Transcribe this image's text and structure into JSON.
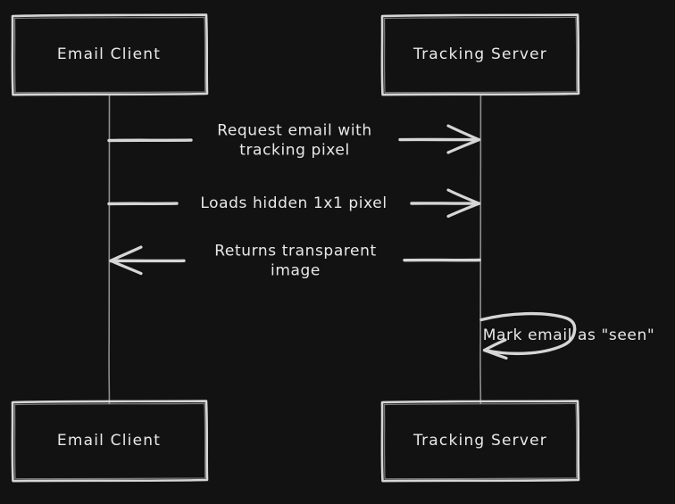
{
  "diagram": {
    "type": "sequence-diagram",
    "background_color": "#121212",
    "stroke_color": "#d6d6d6",
    "text_color": "#e8e8e8",
    "style": "hand-drawn"
  },
  "participants": [
    {
      "id": "email-client-top",
      "label": "Email Client",
      "position": "top-left"
    },
    {
      "id": "tracking-server-top",
      "label": "Tracking Server",
      "position": "top-right"
    },
    {
      "id": "email-client-bottom",
      "label": "Email Client",
      "position": "bottom-left"
    },
    {
      "id": "tracking-server-bottom",
      "label": "Tracking Server",
      "position": "bottom-right"
    }
  ],
  "messages": [
    {
      "id": "msg-request-email",
      "text": "Request email with\ntracking pixel",
      "from": "email-client",
      "to": "tracking-server",
      "direction": "right",
      "kind": "arrow"
    },
    {
      "id": "msg-loads-pixel",
      "text": "Loads hidden 1x1 pixel",
      "from": "email-client",
      "to": "tracking-server",
      "direction": "right",
      "kind": "arrow"
    },
    {
      "id": "msg-returns-image",
      "text": "Returns transparent\nimage",
      "from": "tracking-server",
      "to": "email-client",
      "direction": "left",
      "kind": "arrow"
    },
    {
      "id": "msg-mark-seen",
      "text": "Mark email as \"seen\"",
      "from": "tracking-server",
      "to": "tracking-server",
      "direction": "self",
      "kind": "self-loop"
    }
  ]
}
